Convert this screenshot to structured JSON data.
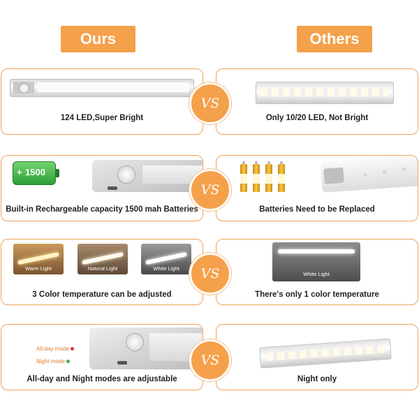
{
  "header": {
    "ours": "Ours",
    "others": "Others"
  },
  "vs_label": "VS",
  "rows": [
    {
      "ours_caption": "124 LED,Super Bright",
      "others_caption": "Only 10/20 LED, Not Bright"
    },
    {
      "ours_caption": "Built-in Rechargeable  capacity 1500 mah Batteries",
      "others_caption": "Batteries Need to be Replaced",
      "battery_label": "1500"
    },
    {
      "ours_caption": "3 Color temperature can be adjusted",
      "others_caption": "There's only 1 color temperature",
      "swatches": [
        "Warm Light",
        "Natural Light",
        "White Light"
      ],
      "others_swatch": "White Light"
    },
    {
      "ours_caption": "All-day and Night modes are adjustable",
      "others_caption": "Night only",
      "modes": [
        "All-day mode",
        "Night mode"
      ]
    }
  ],
  "colors": {
    "accent": "#f5a04a",
    "border": "#f0a25a",
    "battery_green": "#3cb043"
  }
}
